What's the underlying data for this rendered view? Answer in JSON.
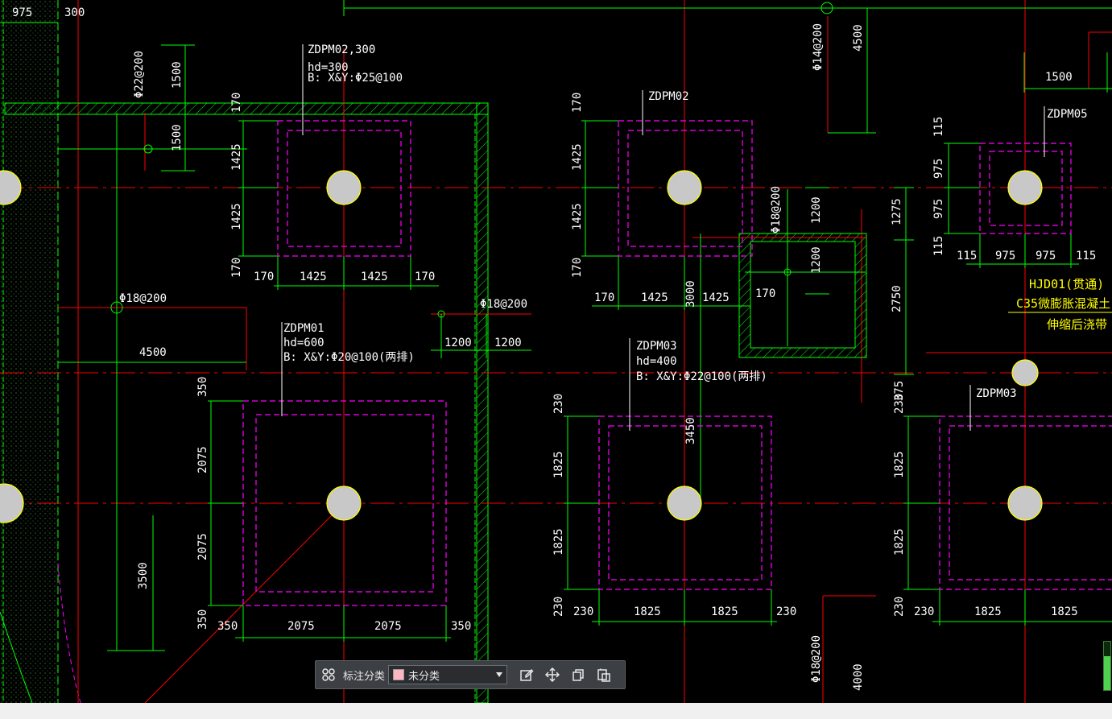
{
  "toolbar": {
    "category_label": "标注分类",
    "category_value": "未分类",
    "category_color": "#ffb6c1",
    "icons": [
      "grid-icon",
      "edit-icon",
      "move-icon",
      "copy-icon",
      "paste-icon"
    ]
  },
  "drawing": {
    "colors": {
      "background": "#000000",
      "dimension": "#00ff00",
      "axis": "#ff0000",
      "cap_outline": "#ff00ff",
      "text": "#ffffff",
      "note_text": "#ffff00",
      "pile": "#c8c8c8"
    },
    "top_dims": [
      "975",
      "300"
    ],
    "caps": [
      {
        "name": "ZDPM02,300",
        "lines": [
          "hd=300",
          "B: X&Y:Φ25@100"
        ]
      },
      {
        "name": "ZDPM02",
        "lines": []
      },
      {
        "name": "ZDPM05",
        "lines": []
      },
      {
        "name": "ZDPM01",
        "lines": [
          "hd=600",
          "B: X&Y:Φ20@100(两排)"
        ]
      },
      {
        "name": "ZDPM03",
        "lines": [
          "hd=400",
          "B: X&Y:Φ22@100(两排)"
        ]
      },
      {
        "name": "ZDPM03",
        "lines": []
      }
    ],
    "rebar_labels": [
      "Φ22@200",
      "Φ18@200",
      "Φ18@200",
      "Φ14@200",
      "Φ18@200",
      "Φ18@200"
    ],
    "joint_note": [
      "HJD01(贯通)",
      "C35微膨胀混凝土",
      "伸缩后浇带"
    ],
    "dim_texts": {
      "d1500": "1500",
      "d1425": "1425",
      "d170": "170",
      "d4500": "4500",
      "d1200": "1200",
      "d3000": "3000",
      "d1275": "1275",
      "d2750": "2750",
      "d975": "975",
      "d115": "115",
      "d350": "350",
      "d2075": "2075",
      "d230": "230",
      "d1825": "1825",
      "d3450": "3450",
      "d3500": "3500",
      "d4000": "4000",
      "d375": "375"
    }
  }
}
